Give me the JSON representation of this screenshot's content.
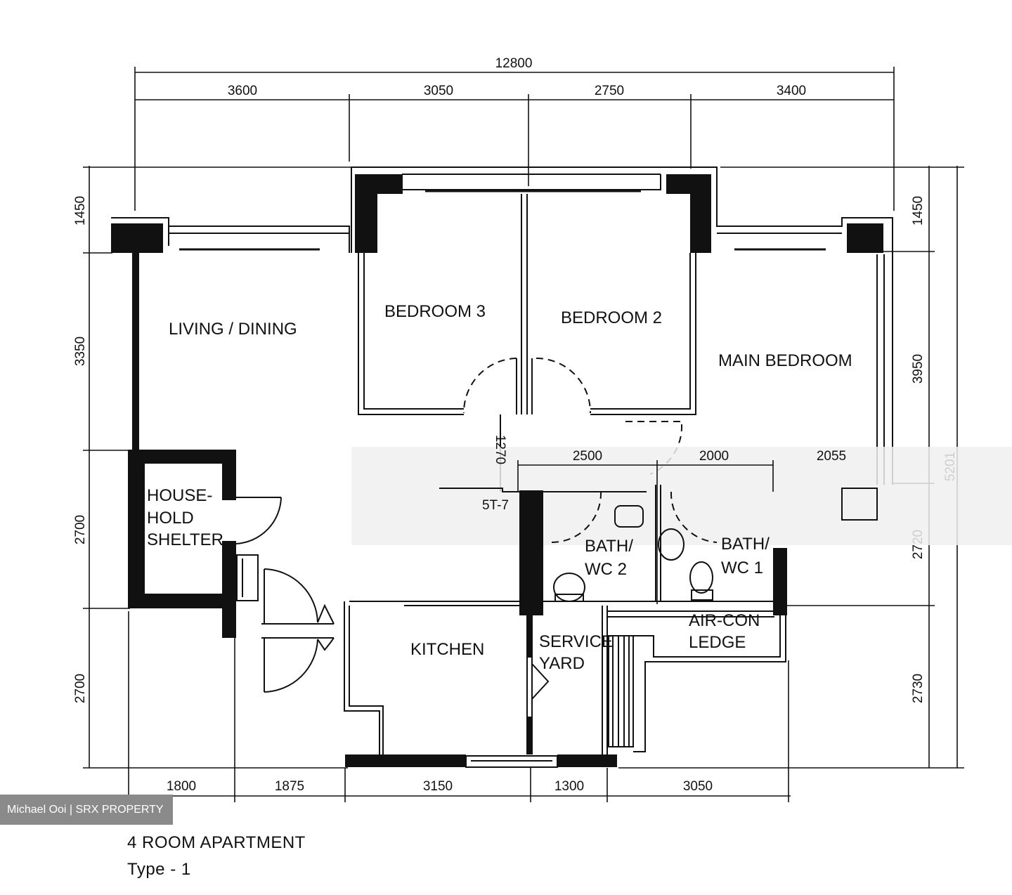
{
  "dimensions": {
    "overall_top": "12800",
    "top": [
      "3600",
      "3050",
      "2750",
      "3400"
    ],
    "left": [
      "1450",
      "3350",
      "2700",
      "2700"
    ],
    "right": [
      "1450",
      "3950",
      "2720",
      "2730"
    ],
    "right_outer": "5201",
    "bottom": [
      "1800",
      "1875",
      "3150",
      "1300",
      "3050"
    ],
    "internal_row": [
      "2500",
      "2000",
      "2055"
    ],
    "internal_vertical": "1270",
    "internal_small": "5T-7"
  },
  "rooms": {
    "living_dining": "LIVING / DINING",
    "bedroom3": "BEDROOM 3",
    "bedroom2": "BEDROOM 2",
    "main_bedroom": "MAIN BEDROOM",
    "shelter_l1": "HOUSE-",
    "shelter_l2": "HOLD",
    "shelter_l3": "SHELTER",
    "bath2_l1": "BATH/",
    "bath2_l2": "WC 2",
    "bath1_l1": "BATH/",
    "bath1_l2": "WC 1",
    "aircon_l1": "AIR-CON",
    "aircon_l2": "LEDGE",
    "kitchen": "KITCHEN",
    "service_l1": "SERVICE",
    "service_l2": "YARD"
  },
  "watermark": "Michael Ooi | SRX PROPERTY",
  "caption": {
    "title": "4 ROOM APARTMENT",
    "type": "Type - 1"
  }
}
